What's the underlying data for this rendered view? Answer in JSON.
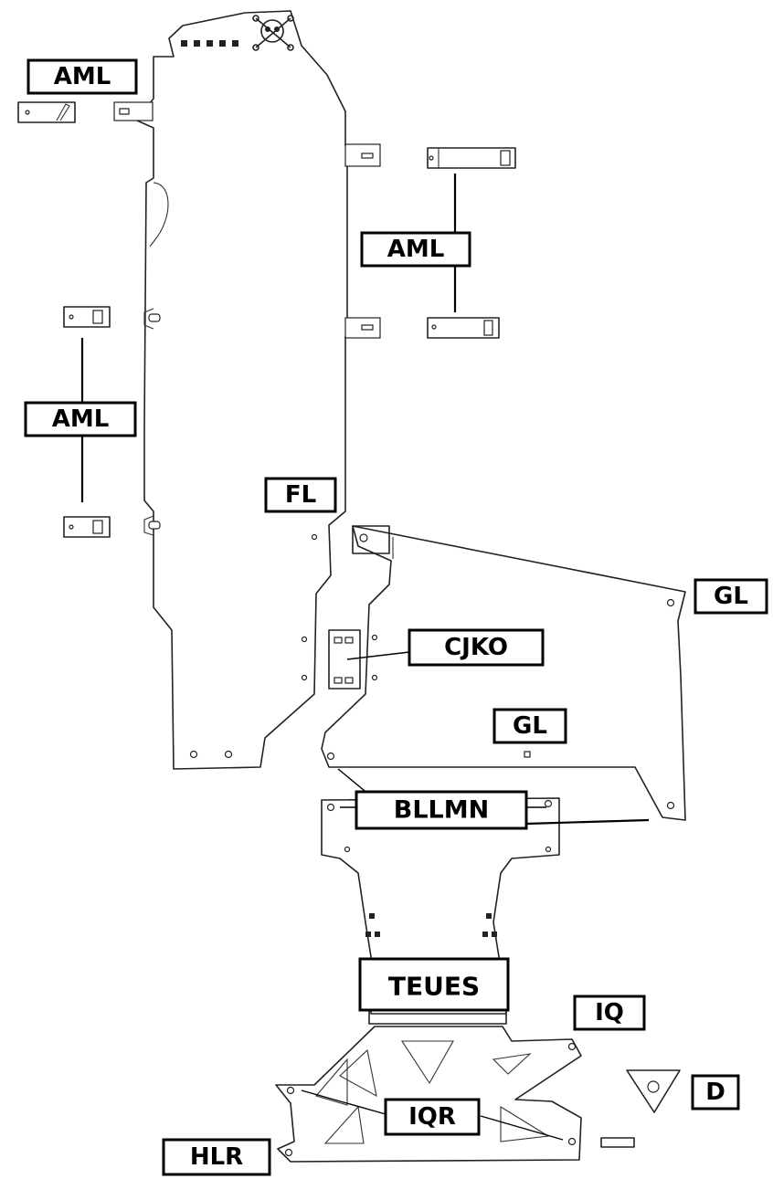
{
  "labels": {
    "aml_top_left": "AML",
    "aml_right": "AML",
    "aml_left": "AML",
    "fl": "FL",
    "gl_right": "GL",
    "cjko": "CJKO",
    "gl_center": "GL",
    "bllmn": "BLLMN",
    "teues": "TEUES",
    "iq": "IQ",
    "d": "D",
    "iqr": "IQR",
    "hlr": "HLR"
  }
}
